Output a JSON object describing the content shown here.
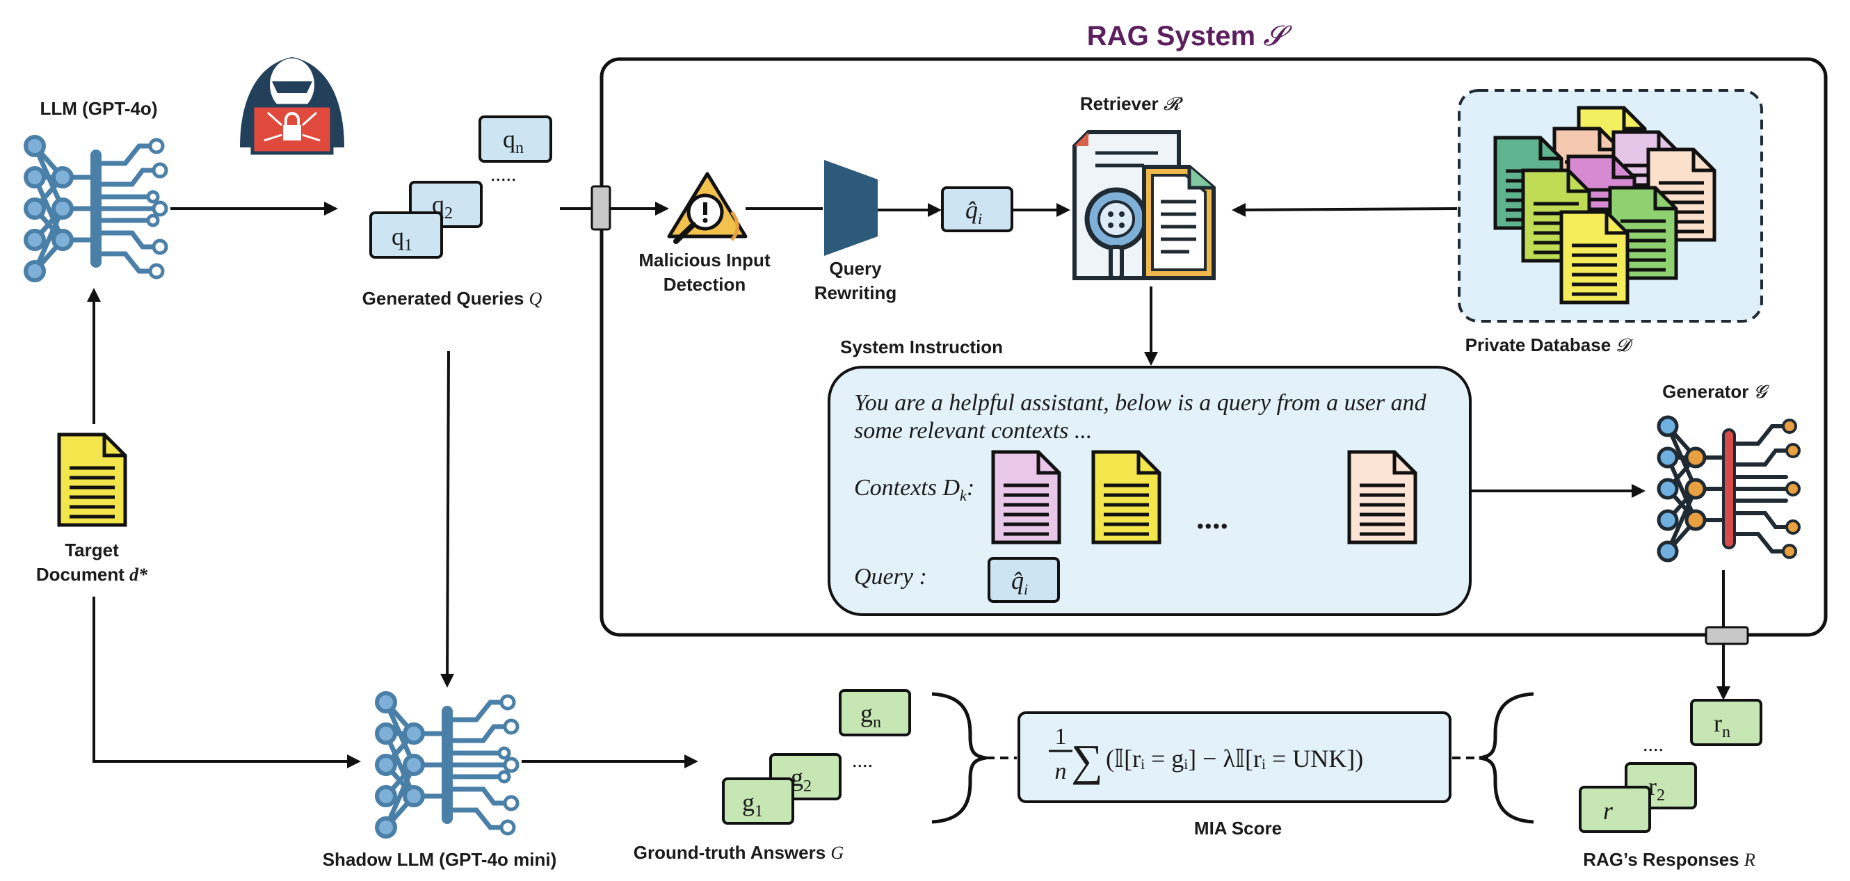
{
  "colors": {
    "rag_title": "#5b1f5e",
    "neural_blue": "#4a7fa8",
    "neural_light": "#7fb0d8",
    "neural_orange": "#e8a040",
    "generator_bar": "#d94a4a",
    "query_box_fill": "#cde4f3",
    "answer_box_fill": "#c6e6b4",
    "instruction_fill": "#e3f1f9",
    "database_fill": "#dff0fa",
    "rewriter_fill": "#2d5a7a"
  },
  "rag_system": {
    "title": "RAG System",
    "symbol": "𝓢"
  },
  "llm": {
    "label": "LLM (GPT-4o)"
  },
  "attacker": {
    "icon": "hacker-icon"
  },
  "target_doc": {
    "line1": "Target",
    "line2": "Document",
    "symbol": "d*"
  },
  "generated_queries": {
    "label": "Generated Queries",
    "symbol": "Q",
    "items": [
      {
        "base": "q",
        "sub": "1"
      },
      {
        "base": "q",
        "sub": "2"
      },
      {
        "base": "q",
        "sub": "n"
      }
    ],
    "ellipsis": "....."
  },
  "pipeline": {
    "detection_line1": "Malicious Input",
    "detection_line2": "Detection",
    "rewriting_line1": "Query",
    "rewriting_line2": "Rewriting",
    "rewritten_query": "q̂",
    "rewritten_sub": "i"
  },
  "retriever": {
    "label": "Retriever",
    "symbol": "𝓡"
  },
  "database": {
    "label": "Private Database",
    "symbol": "𝓓"
  },
  "generator": {
    "label": "Generator",
    "symbol": "𝓖"
  },
  "system_instruction": {
    "heading": "System Instruction",
    "text_line1": "You are a helpful assistant, below is a query from a user and",
    "text_line2": "some relevant contexts ...",
    "contexts_label": "Contexts D",
    "contexts_sub": "k",
    "contexts_colon": ":",
    "dots": "....",
    "query_label": "Query :",
    "query_value": "q̂",
    "query_sub": "i"
  },
  "shadow_llm": {
    "label": "Shadow LLM (GPT-4o mini)"
  },
  "answers": {
    "label": "Ground-truth Answers",
    "symbol": "G",
    "items": [
      {
        "base": "g",
        "sub": "1"
      },
      {
        "base": "g",
        "sub": "2"
      },
      {
        "base": "g",
        "sub": "n"
      }
    ],
    "ellipsis": "...."
  },
  "mia": {
    "label": "MIA Score",
    "formula_num": "1",
    "formula_den": "n",
    "formula_sum": "∑",
    "formula_body": "(𝕀[rᵢ = gᵢ] − λ𝕀[rᵢ = UNK])"
  },
  "responses": {
    "label": "RAG’s Responses",
    "symbol": "R",
    "items": [
      {
        "base": "r",
        "sub": ""
      },
      {
        "base": "r",
        "sub": "2"
      },
      {
        "base": "r",
        "sub": "n"
      }
    ],
    "ellipsis": "...."
  }
}
